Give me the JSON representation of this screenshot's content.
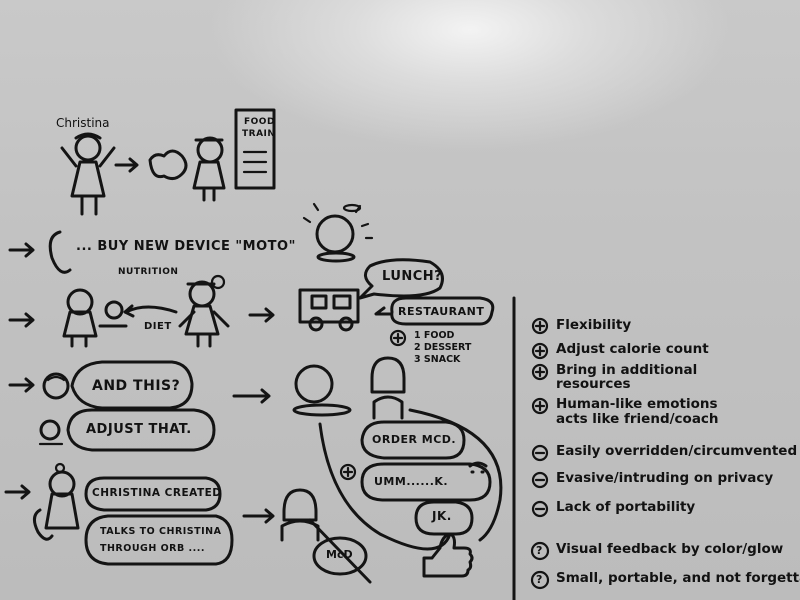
{
  "persona": {
    "name": "Christina",
    "food_train_line1": "FOOD",
    "food_train_line2": "TRAIN"
  },
  "scenario": {
    "buy_device": "... BUY NEW DEVICE \"MOTO\"",
    "nutrition": "NUTRITION",
    "diet": "DIET",
    "lunch_bubble": "LUNCH?",
    "restaurant_bubble": "RESTAURANT",
    "food_list": [
      "1 FOOD",
      "2 DESSERT",
      "3 SNACK"
    ],
    "and_this": "AND THIS?",
    "adjust_that": "ADJUST THAT.",
    "order_mcd": "ORDER MCD.",
    "umm": "UMM......K.",
    "jk": "JK.",
    "christina_created": "CHRISTINA CREATED",
    "talks_line1": "TALKS TO CHRISTINA",
    "talks_line2": "THROUGH ORB ....",
    "mcd_crossed": "McD"
  },
  "evaluation": {
    "pros": [
      {
        "symbol": "+",
        "text": "Flexibility"
      },
      {
        "symbol": "+",
        "text": "Adjust calorie count"
      },
      {
        "symbol": "+",
        "text": "Bring in additional"
      },
      {
        "symbol": "",
        "text": "resources"
      },
      {
        "symbol": "+",
        "text": "Human-like emotions"
      },
      {
        "symbol": "",
        "text": "acts like friend/coach"
      }
    ],
    "cons": [
      {
        "symbol": "−",
        "text": "Easily overridden/circumvented"
      },
      {
        "symbol": "−",
        "text": "Evasive/intruding on privacy"
      },
      {
        "symbol": "−",
        "text": "Lack of portability"
      }
    ],
    "questions": [
      {
        "symbol": "?",
        "text": "Visual feedback by color/glow"
      },
      {
        "symbol": "?",
        "text": "Small, portable, and not forgettable"
      }
    ]
  }
}
